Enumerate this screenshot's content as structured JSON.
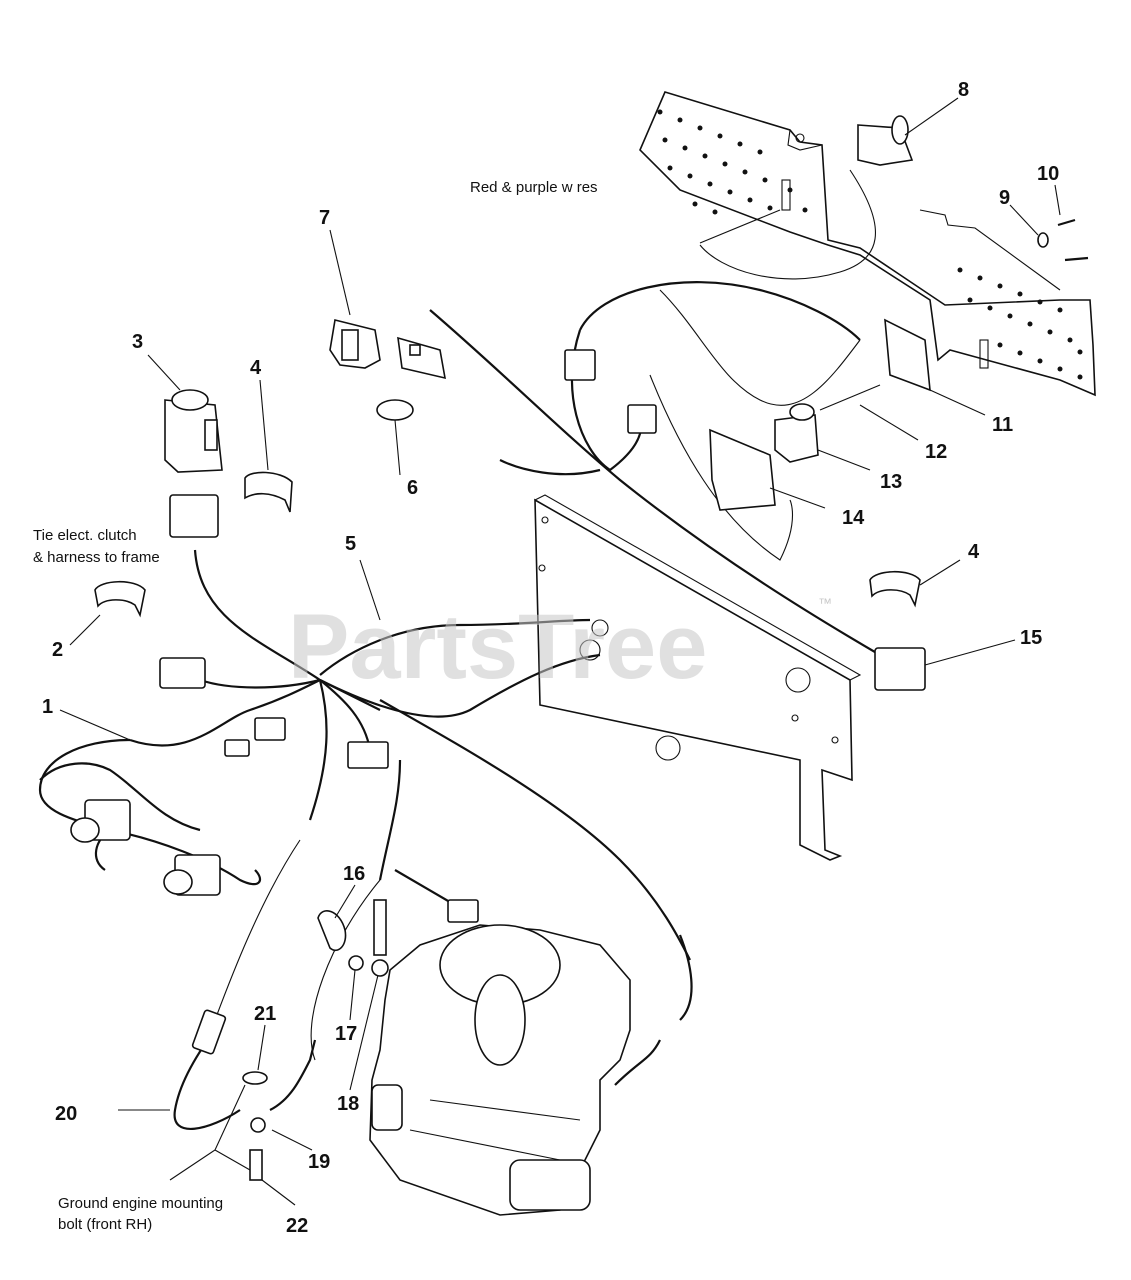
{
  "watermark": {
    "text": "PartsTree",
    "trademark": "™"
  },
  "part_numbers": {
    "p1": "1",
    "p2": "2",
    "p3": "3",
    "p4a": "4",
    "p4b": "4",
    "p5": "5",
    "p6": "6",
    "p7": "7",
    "p8": "8",
    "p9": "9",
    "p10": "10",
    "p11": "11",
    "p12": "12",
    "p13": "13",
    "p14": "14",
    "p15": "15",
    "p16": "16",
    "p17": "17",
    "p18": "18",
    "p19": "19",
    "p20": "20",
    "p21": "21",
    "p22": "22"
  },
  "notes": {
    "red_purple": "Red & purple w res",
    "tie_line1": "Tie elect. clutch",
    "tie_line2": "& harness to frame",
    "ground_line1": "Ground engine mounting",
    "ground_line2": "bolt (front RH)"
  }
}
